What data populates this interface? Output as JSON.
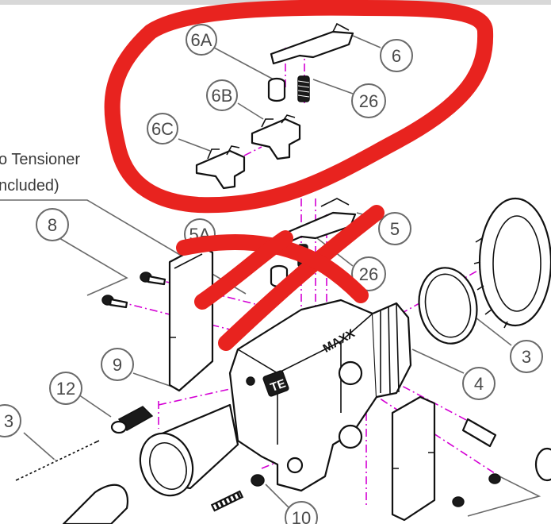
{
  "callouts": {
    "c6A": "6A",
    "c6": "6",
    "c6B": "6B",
    "c26a": "26",
    "c6C": "6C",
    "c5A": "5A",
    "c5": "5",
    "c26b": "26",
    "c8": "8",
    "c9": "9",
    "c3a": "3",
    "c3b": "3",
    "c4": "4",
    "c12": "12",
    "c10": "10"
  },
  "side_label": {
    "line1": "o Tensioner",
    "line2": "ncluded)"
  },
  "housing_brand": "MAXX",
  "housing_badge": "TE",
  "colors": {
    "markup": "#e8231f",
    "axis": "#d400d4",
    "line": "#111111"
  }
}
